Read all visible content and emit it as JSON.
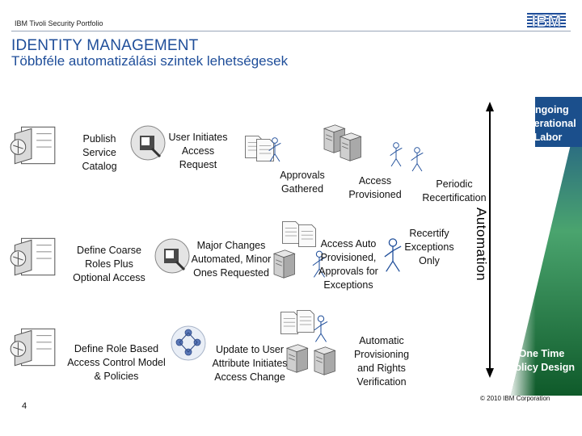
{
  "header": {
    "portfolio": "IBM Tivoli Security Portfolio",
    "title": "IDENTITY MANAGEMENT",
    "subtitle": "Többféle automatizálási szintek lehetségesek",
    "logo_text": "IBM"
  },
  "triangle": {
    "top_label": "Ongoing Operational Labor",
    "bottom_label": "One Time Policy Design",
    "axis_label": "Automation"
  },
  "rows": [
    {
      "left": "Publish Service Catalog",
      "middle": "User Initiates Access Request",
      "step_a": "Approvals Gathered",
      "step_b": "Access Provisioned",
      "step_c": "Periodic Recertification"
    },
    {
      "left": "Define Coarse Roles Plus Optional Access",
      "middle": "Major Changes Automated, Minor Ones Requested",
      "step_a": "Access Auto Provisioned, Approvals for Exceptions",
      "step_c": "Recertify Exceptions Only"
    },
    {
      "left": "Define Role Based Access Control Model & Policies",
      "middle": "Update to User Attribute Initiates Access Change",
      "step_a": "Automatic Provisioning and Rights Verification"
    }
  ],
  "footer": {
    "page_number": "4",
    "copyright": "© 2010 IBM Corporation"
  },
  "colors": {
    "title_blue": "#1f4e9a",
    "triangle_top": "#1b4f8c",
    "triangle_mid": "#2f8f5a",
    "triangle_bottom": "#0f5a2a"
  }
}
